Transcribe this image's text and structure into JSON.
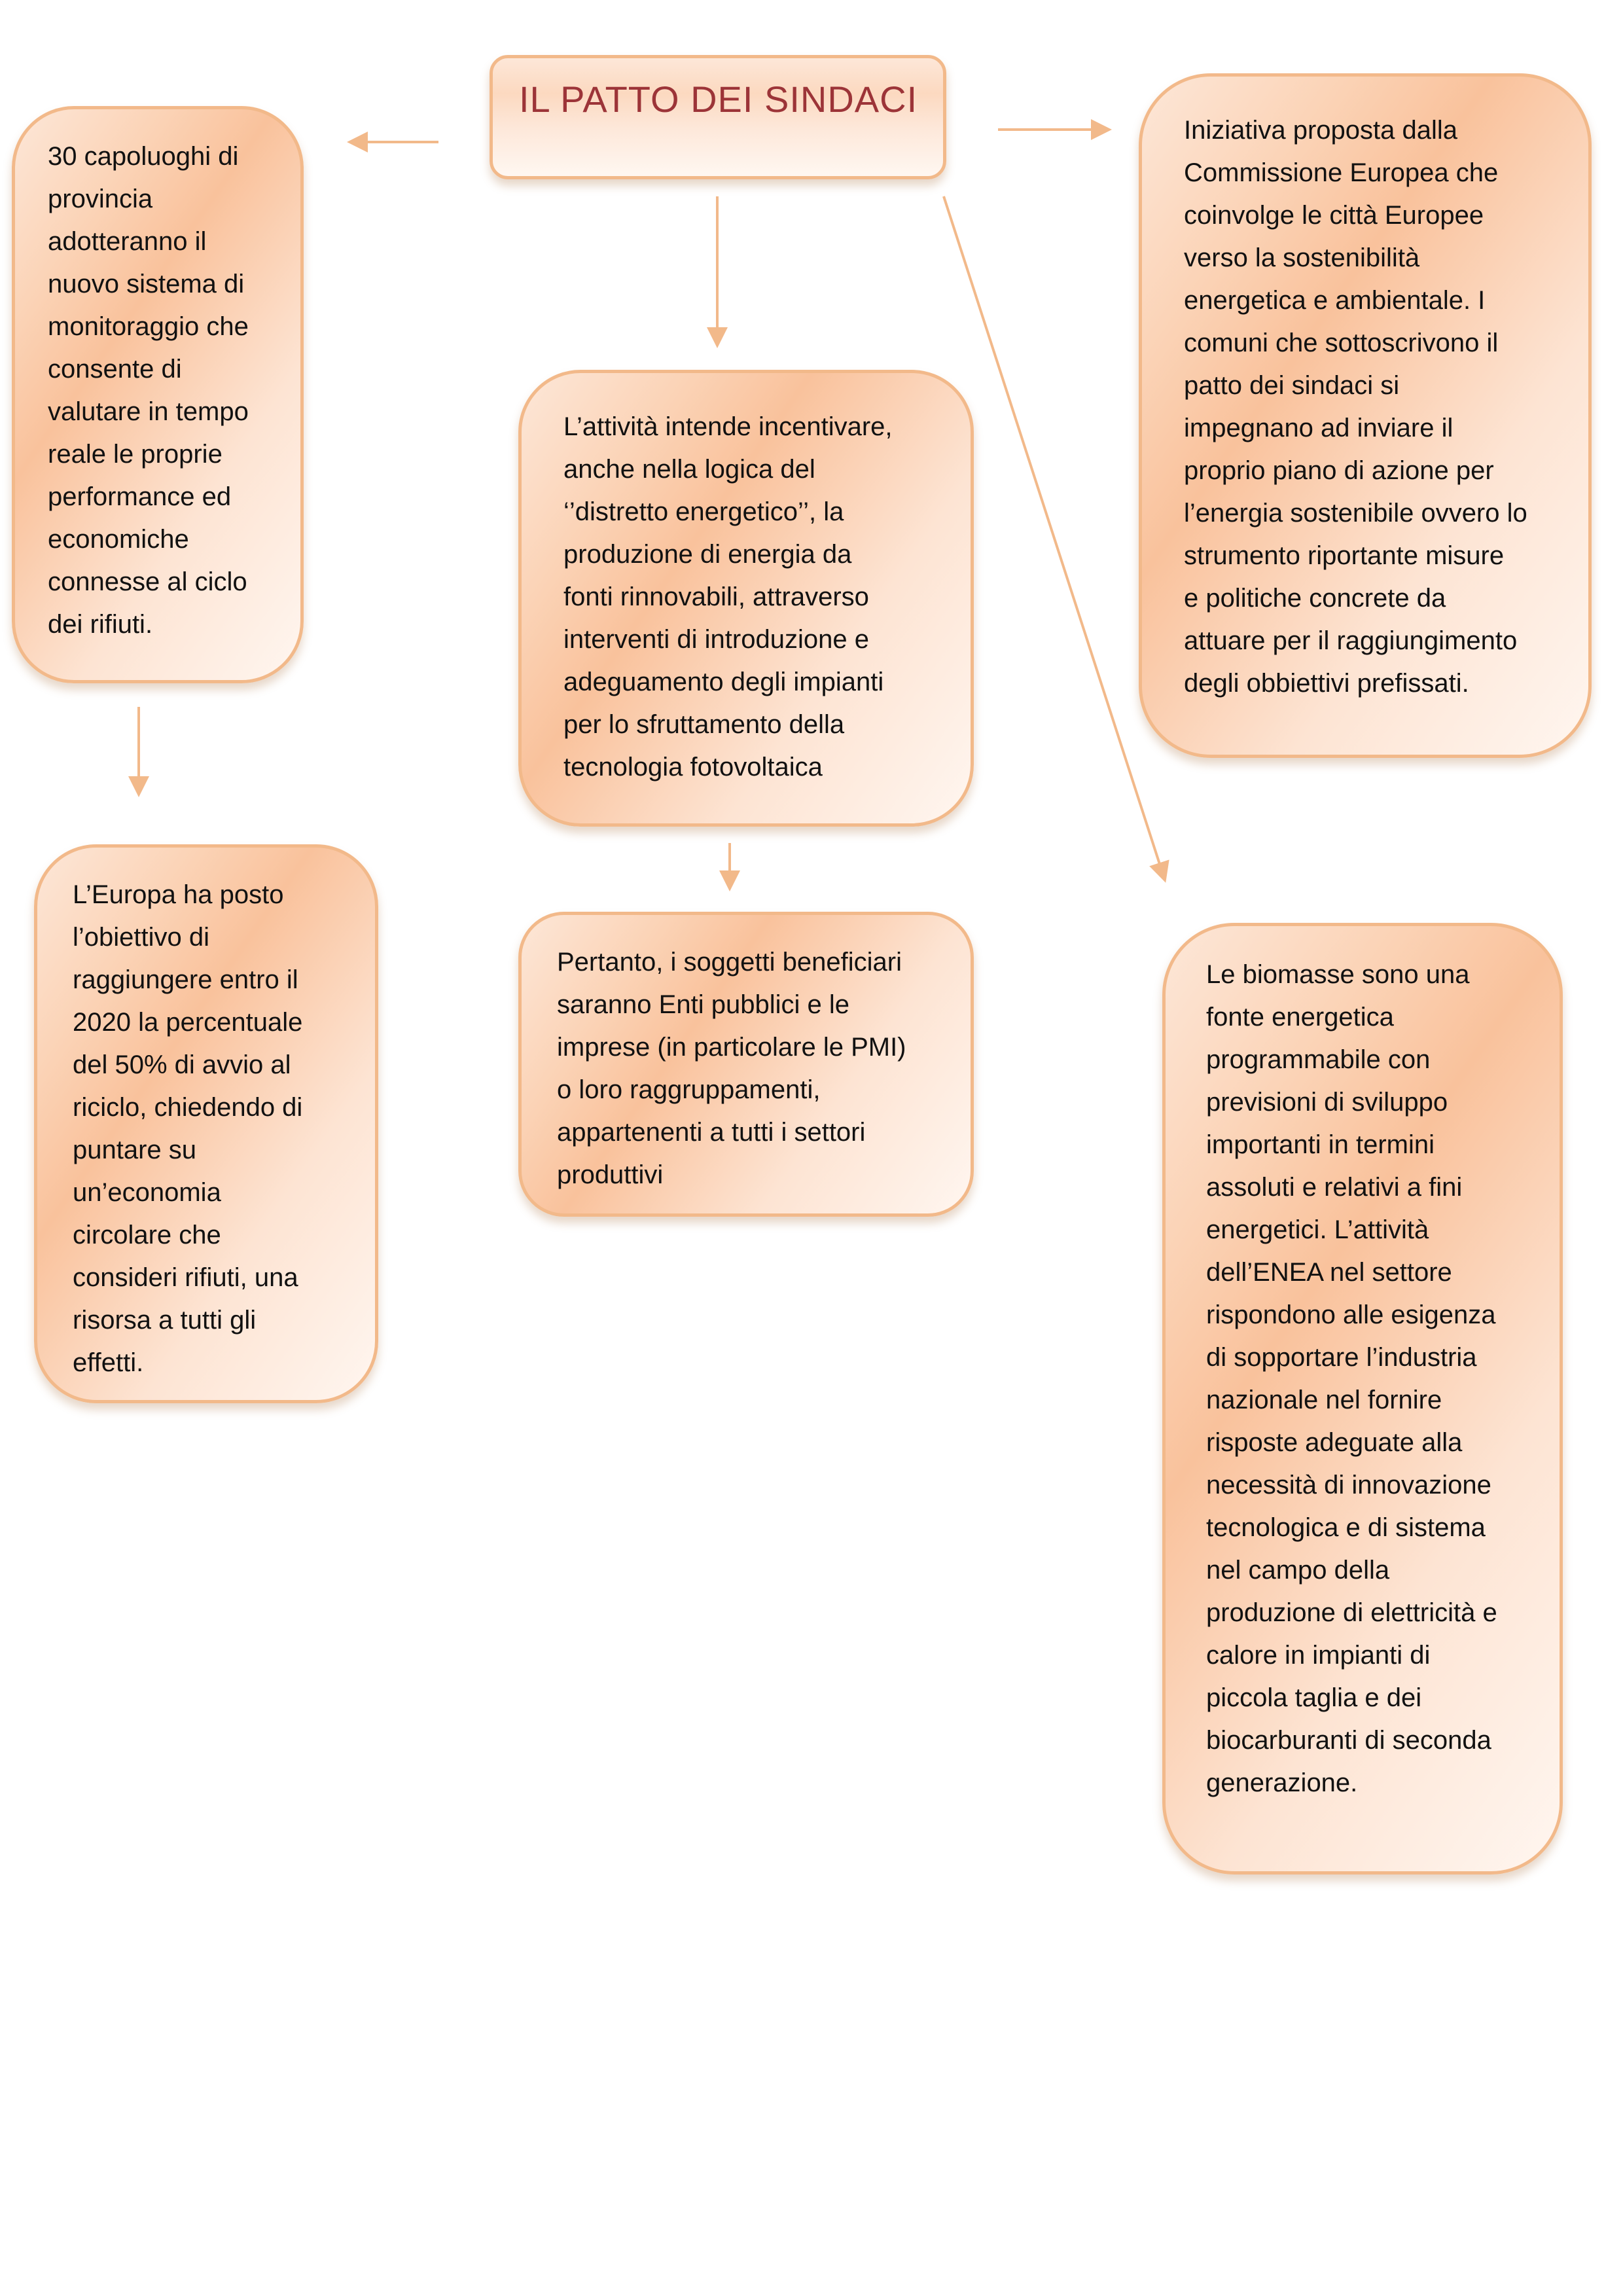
{
  "diagram": {
    "title": "IL PATTO DEI SINDACI",
    "colors": {
      "title_text": "#9c3438",
      "box_border": "#f2b98a",
      "box_fill": "#f9c29c",
      "arrow": "#f2b98a"
    },
    "nodes": {
      "monitoring": "30 capoluoghi di\nprovincia\nadotteranno il\nnuovo sistema di\nmonitoraggio che\nconsente di\nvalutare in tempo\nreale le proprie\nperformance ed\neconomiche\nconnesse al ciclo\ndei rifiuti.",
      "europe_goal": "L’Europa ha posto\nl’obiettivo di\nraggiungere entro il\n2020 la percentuale\ndel 50% di avvio al\nriciclo, chiedendo di\npuntare su\nun’economia\ncircolare che\nconsideri rifiuti, una\nrisorsa a tutti gli\neffetti.",
      "activity": "L’attività intende incentivare,\nanche nella logica del\n‘’distretto energetico’’, la\nproduzione di energia da\nfonti rinnovabili, attraverso\ninterventi di introduzione e\nadeguamento degli impianti\nper lo sfruttamento della\ntecnologia fotovoltaica",
      "beneficiaries": "Pertanto, i soggetti beneficiari\nsaranno Enti pubblici e le\nimprese (in particolare le PMI)\no loro raggruppamenti,\nappartenenti a tutti i settori\nproduttivi",
      "initiative": "Iniziativa proposta dalla\nCommissione Europea che\ncoinvolge le città Europee\nverso la sostenibilità\nenergetica e ambientale. I\ncomuni che sottoscrivono il\npatto dei sindaci si\nimpegnano ad inviare il\nproprio piano di azione per\nl’energia sostenibile ovvero lo\nstrumento riportante misure\ne politiche concrete da\nattuare per il raggiungimento\ndegli obbiettivi prefissati.",
      "biomass": "Le biomasse sono una\nfonte energetica\nprogrammabile con\nprevisioni di sviluppo\nimportanti in termini\nassoluti e relativi a fini\nenergetici. L’attività\ndell’ENEA nel settore\nrispondono alle esigenza\ndi sopportare l’industria\nnazionale nel fornire\nrisposte adeguate alla\nnecessità di innovazione\ntecnologica e di sistema\nnel campo della\nproduzione di elettricità e\ncalore in impianti di\npiccola taglia e dei\nbiocarburanti di seconda\ngenerazione."
    }
  }
}
